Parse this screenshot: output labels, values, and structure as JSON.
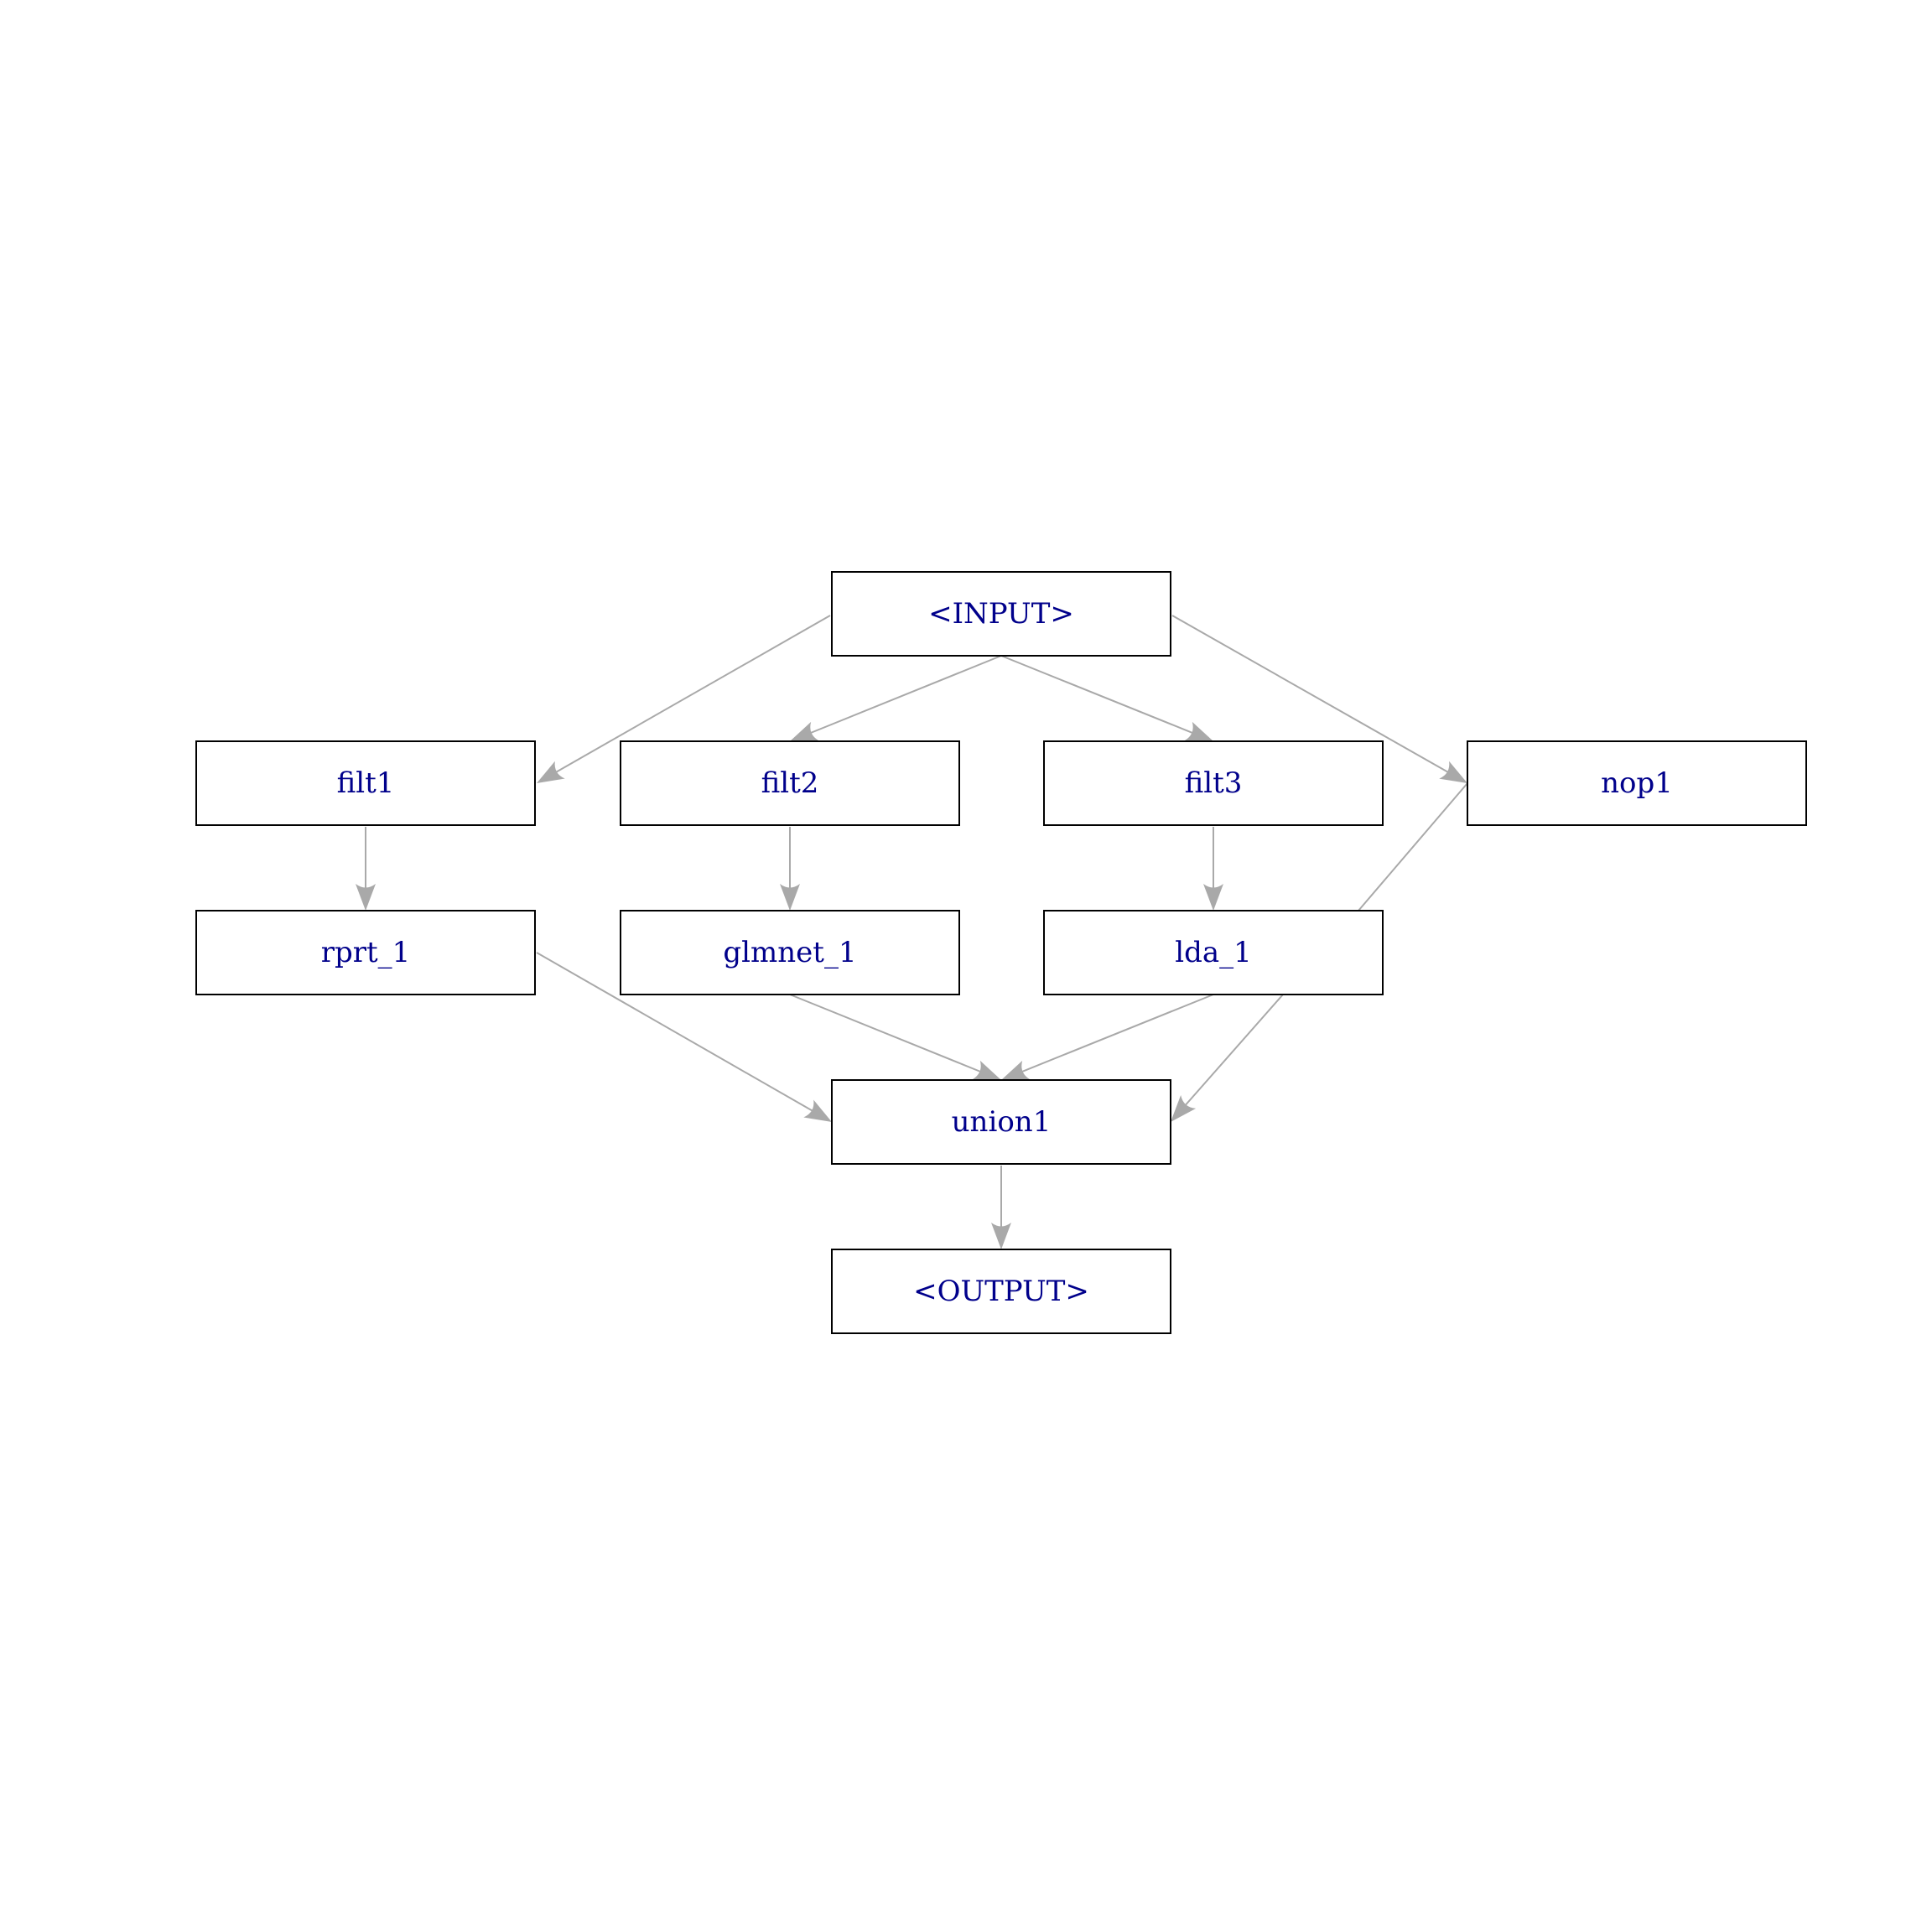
{
  "colors": {
    "label": "#00008b",
    "edge": "#a9a9a9",
    "border": "#000000"
  },
  "nodes": [
    {
      "id": "input",
      "label": "<INPUT>"
    },
    {
      "id": "filt1",
      "label": "filt1"
    },
    {
      "id": "filt2",
      "label": "filt2"
    },
    {
      "id": "filt3",
      "label": "filt3"
    },
    {
      "id": "nop1",
      "label": "nop1"
    },
    {
      "id": "rprt_1",
      "label": "rprt_1"
    },
    {
      "id": "glmnet_1",
      "label": "glmnet_1"
    },
    {
      "id": "lda_1",
      "label": "lda_1"
    },
    {
      "id": "union1",
      "label": "union1"
    },
    {
      "id": "output",
      "label": "<OUTPUT>"
    }
  ],
  "edges": [
    {
      "from": "input",
      "to": "filt1"
    },
    {
      "from": "input",
      "to": "filt2"
    },
    {
      "from": "input",
      "to": "filt3"
    },
    {
      "from": "input",
      "to": "nop1"
    },
    {
      "from": "filt1",
      "to": "rprt_1"
    },
    {
      "from": "filt2",
      "to": "glmnet_1"
    },
    {
      "from": "filt3",
      "to": "lda_1"
    },
    {
      "from": "rprt_1",
      "to": "union1"
    },
    {
      "from": "glmnet_1",
      "to": "union1"
    },
    {
      "from": "lda_1",
      "to": "union1"
    },
    {
      "from": "nop1",
      "to": "union1"
    },
    {
      "from": "union1",
      "to": "output"
    }
  ]
}
